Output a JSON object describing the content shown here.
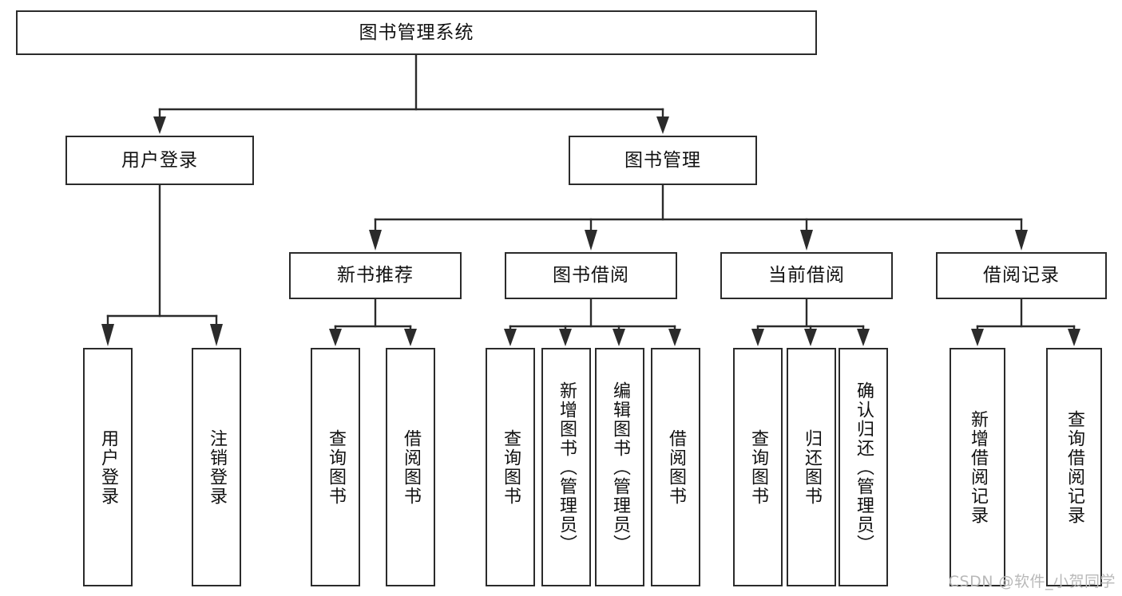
{
  "diagram": {
    "type": "tree",
    "title": "图书管理系统",
    "root": {
      "id": "root",
      "label": "图书管理系统"
    },
    "level2": [
      {
        "id": "user-login",
        "label": "用户登录"
      },
      {
        "id": "book-manage",
        "label": "图书管理"
      }
    ],
    "level3": [
      {
        "id": "new-book-rec",
        "label": "新书推荐"
      },
      {
        "id": "book-borrow",
        "label": "图书借阅"
      },
      {
        "id": "current-loan",
        "label": "当前借阅"
      },
      {
        "id": "loan-record",
        "label": "借阅记录"
      }
    ],
    "leaves": [
      {
        "id": "leaf-0",
        "parent": "user-login",
        "label": "用户登录"
      },
      {
        "id": "leaf-1",
        "parent": "user-login",
        "label": "注销登录"
      },
      {
        "id": "leaf-2",
        "parent": "new-book-rec",
        "label": "查询图书"
      },
      {
        "id": "leaf-3",
        "parent": "new-book-rec",
        "label": "借阅图书"
      },
      {
        "id": "leaf-4",
        "parent": "book-borrow",
        "label": "查询图书"
      },
      {
        "id": "leaf-5",
        "parent": "book-borrow",
        "label": "新增图书（管理员）"
      },
      {
        "id": "leaf-6",
        "parent": "book-borrow",
        "label": "编辑图书（管理员）"
      },
      {
        "id": "leaf-7",
        "parent": "book-borrow",
        "label": "借阅图书"
      },
      {
        "id": "leaf-8",
        "parent": "current-loan",
        "label": "查询图书"
      },
      {
        "id": "leaf-9",
        "parent": "current-loan",
        "label": "归还图书"
      },
      {
        "id": "leaf-10",
        "parent": "current-loan",
        "label": "确认归还（管理员）"
      },
      {
        "id": "leaf-11",
        "parent": "loan-record",
        "label": "新增借阅记录"
      },
      {
        "id": "leaf-12",
        "parent": "loan-record",
        "label": "查询借阅记录"
      }
    ],
    "colors": {
      "stroke": "#2b2b2b",
      "fill": "#ffffff",
      "text": "#111111",
      "watermark": "#b9b9b9"
    }
  },
  "watermark": {
    "text": "CSDN @软件_小贺同学"
  }
}
